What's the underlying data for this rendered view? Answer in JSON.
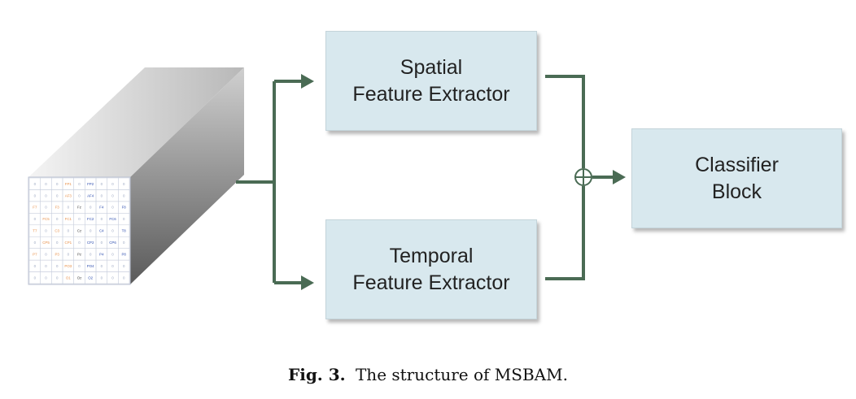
{
  "boxes": {
    "spatial": {
      "line1": "Spatial",
      "line2": "Feature Extractor"
    },
    "temporal": {
      "line1": "Temporal",
      "line2": "Feature Extractor"
    },
    "classifier": {
      "line1": "Classifier",
      "line2": "Block"
    }
  },
  "fusion_symbol": "⊕",
  "caption": {
    "label": "Fig. 3.",
    "text": "The structure of MSBAM."
  },
  "electrode_grid": [
    [
      "0",
      "0",
      "0",
      "FP1",
      "0",
      "FP2",
      "0",
      "0",
      "0"
    ],
    [
      "0",
      "0",
      "0",
      "AF3",
      "0",
      "AF4",
      "0",
      "0",
      "0"
    ],
    [
      "F7",
      "0",
      "F3",
      "0",
      "Fz",
      "0",
      "F4",
      "0",
      "F8"
    ],
    [
      "0",
      "FC5",
      "0",
      "FC1",
      "0",
      "FC2",
      "0",
      "FC6",
      "0"
    ],
    [
      "T7",
      "0",
      "C3",
      "0",
      "Cz",
      "0",
      "C4",
      "0",
      "T8"
    ],
    [
      "0",
      "CP5",
      "0",
      "CP1",
      "0",
      "CP2",
      "0",
      "CP6",
      "0"
    ],
    [
      "P7",
      "0",
      "P3",
      "0",
      "Pz",
      "0",
      "P4",
      "0",
      "P8"
    ],
    [
      "0",
      "0",
      "0",
      "PO3",
      "0",
      "PO4",
      "0",
      "0",
      "0"
    ],
    [
      "0",
      "0",
      "0",
      "O1",
      "Oz",
      "O2",
      "0",
      "0",
      "0"
    ]
  ],
  "colors": {
    "arrow": "#4a6b54",
    "box_fill": "#d8e8ee",
    "electrode_left": "#e8904a",
    "electrode_right": "#3050b0",
    "electrode_mid": "#444444",
    "zero": "#9aa6c0"
  }
}
